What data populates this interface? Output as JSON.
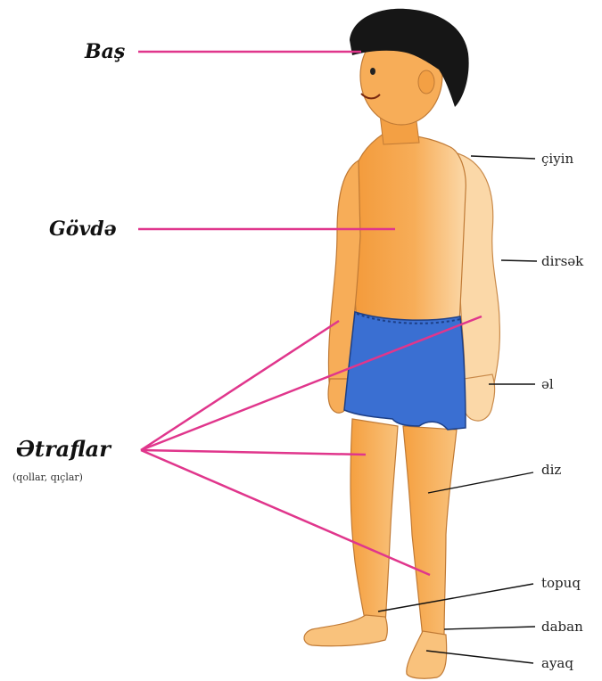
{
  "labels": {
    "head": "Baş",
    "trunk": "Gövdə",
    "limbs": "Ətraflar",
    "limbs_sub": "(qollar, qıçlar)"
  },
  "parts": {
    "shoulder": "çiyin",
    "elbow": "dirsək",
    "hand": "əl",
    "knee": "diz",
    "ankle": "topuq",
    "heel": "daban",
    "foot": "ayaq"
  },
  "colors": {
    "pointer_main": "#e0368c",
    "pointer_part": "#111111",
    "skin": "#f6a54a",
    "skin_light": "#fbd9a6",
    "shorts": "#3a6fd2",
    "hair": "#161616"
  }
}
